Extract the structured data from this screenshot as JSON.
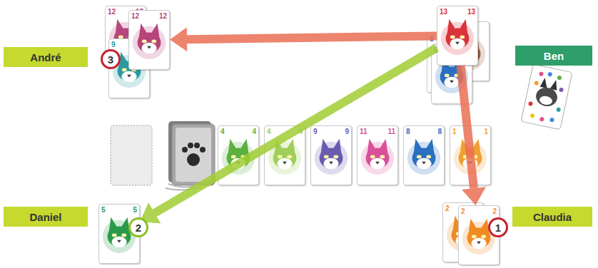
{
  "diagram": {
    "nodes": [
      {
        "text": [
          "André"
        ]
      },
      {
        "text": [
          "Ben"
        ]
      },
      {
        "text": [
          "Daniel"
        ]
      },
      {
        "text": [
          "Claudia"
        ]
      },
      {
        "text": [
          "13",
          "13"
        ]
      },
      {
        "text": [
          "12",
          "12"
        ]
      },
      {
        "text": [
          "5",
          "5"
        ]
      },
      {
        "text": [
          "2",
          "2"
        ]
      },
      {
        "text": [
          "3"
        ]
      },
      {
        "text": [
          "2"
        ]
      },
      {
        "text": [
          "1"
        ]
      }
    ],
    "edges": [
      {
        "from": 4,
        "to": 5,
        "arrow": "to"
      },
      {
        "from": 4,
        "to": 6,
        "arrow": "to"
      },
      {
        "from": 4,
        "to": 7,
        "arrow": "to"
      }
    ],
    "labels": [
      "4",
      "4",
      "4",
      "4",
      "9",
      "9",
      "11",
      "11",
      "8",
      "8",
      "1",
      "1",
      "12",
      "12",
      "9",
      "9",
      "3",
      "8",
      "8",
      "2",
      "2"
    ]
  }
}
